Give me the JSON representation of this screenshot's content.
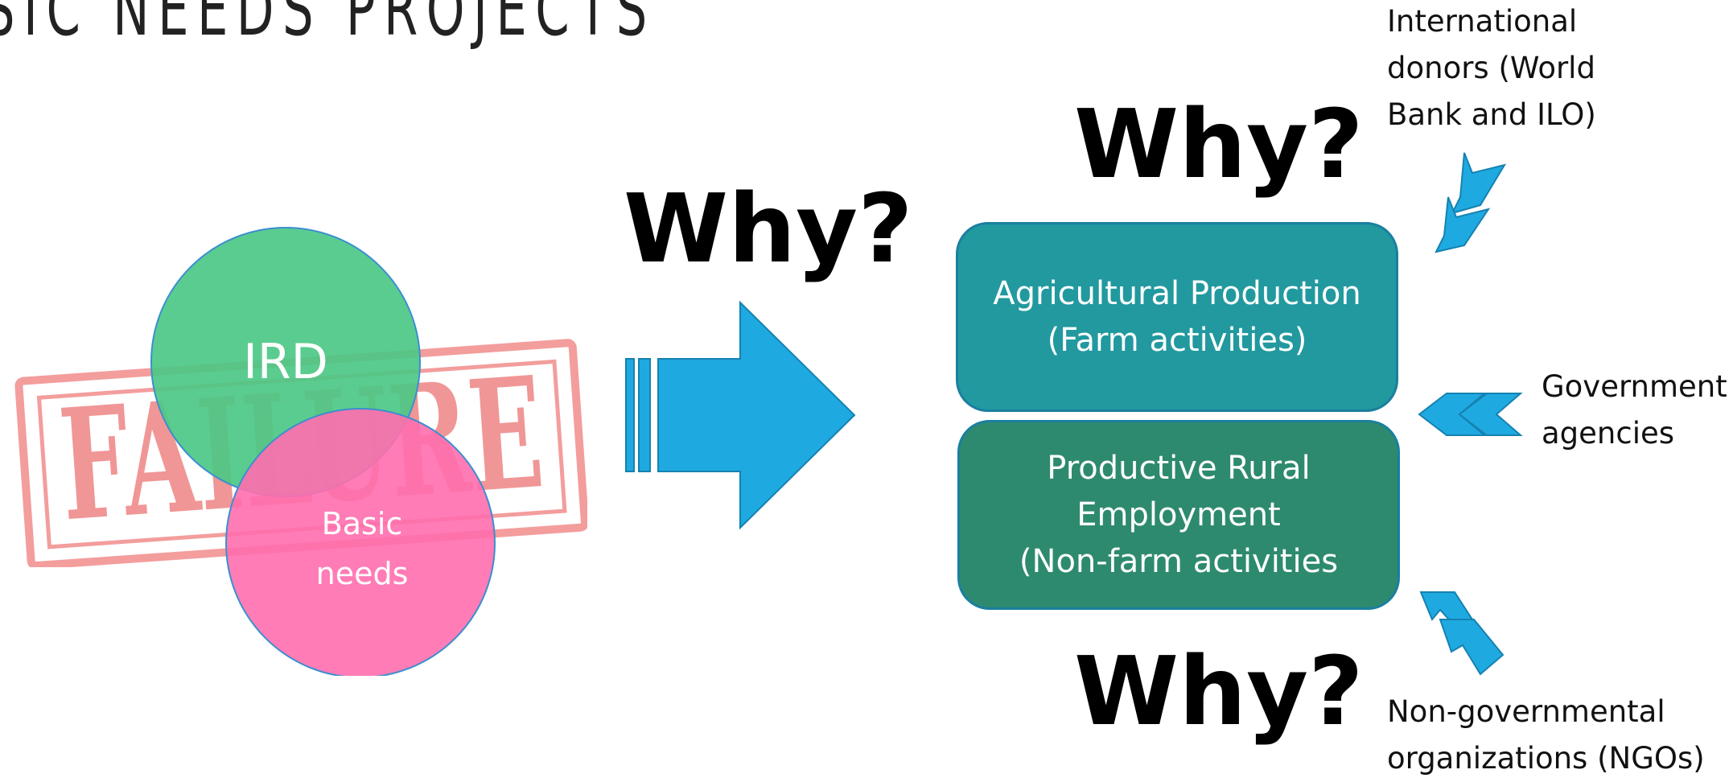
{
  "title": "SIC NEEDS PROJECTS",
  "stamp": {
    "text": "FAILURE"
  },
  "circles": {
    "ird": "IRD",
    "basic_needs": "Basic\nneeds"
  },
  "why": [
    "Why?",
    "Why?",
    "Why?"
  ],
  "boxes": {
    "agri": "Agricultural Production\n(Farm activities)",
    "employment": "Productive Rural\nEmployment\n(Non-farm activities"
  },
  "actors": {
    "international": "International\ndonors (World\nBank and ILO)",
    "government": "Government\nagencies",
    "ngo": "Non-governmental\norganizations (NGOs)"
  },
  "colors": {
    "green_circle": "#4dc886",
    "pink_circle": "#ff6eae",
    "stamp": "#f28c8c",
    "arrow": "#1fa9e1",
    "agri_box": "#21999f",
    "employment_box": "#2e8a6e"
  }
}
